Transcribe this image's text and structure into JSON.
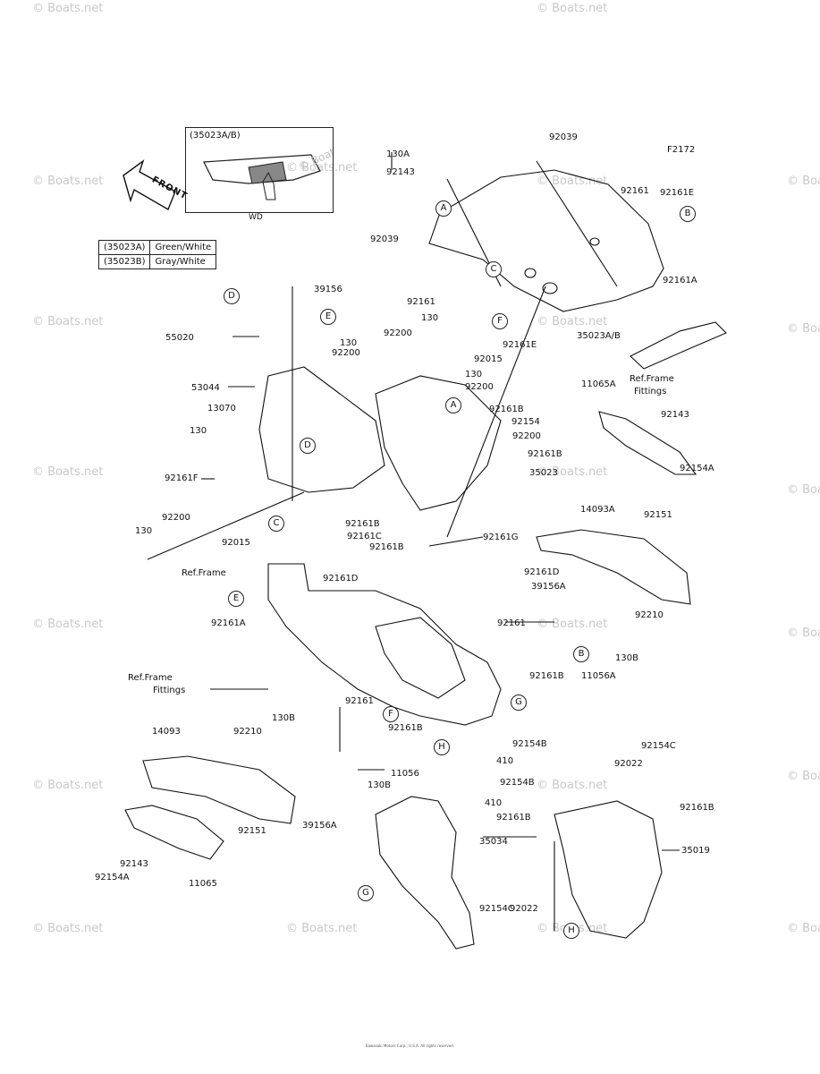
{
  "watermark_text": "© Boats.net",
  "figure_code": "F2172",
  "front_label": "FRONT",
  "inset": {
    "title": "(35023A/B)",
    "caption": "WD",
    "watermark": "© Boats.net"
  },
  "color_table": [
    {
      "part": "(35023A)",
      "color": "Green/White"
    },
    {
      "part": "(35023B)",
      "color": "Gray/White"
    }
  ],
  "labels": [
    "130A",
    "92143",
    "92039",
    "92161",
    "92161E",
    "A",
    "B",
    "92039",
    "C",
    "92161",
    "F",
    "92161E",
    "35023A/B",
    "92161A",
    "39156",
    "D",
    "55020",
    "E",
    "130",
    "130",
    "92200",
    "92200",
    "92015",
    "130",
    "92200",
    "A",
    "53044",
    "13070",
    "130",
    "92161F",
    "D",
    "92161B",
    "92154",
    "92200",
    "92161B",
    "35023",
    "Ref.Frame",
    "Fittings",
    "11065A",
    "92143",
    "92154A",
    "C",
    "92200",
    "130",
    "92015",
    "92161B",
    "92161C",
    "92161B",
    "92161G",
    "14093A",
    "92151",
    "39156A",
    "92210",
    "Ref.Frame",
    "92161D",
    "92161D",
    "E",
    "92161",
    "B",
    "130B",
    "11056A",
    "92161A",
    "92161B",
    "Ref.Frame",
    "Fittings",
    "G",
    "F",
    "92161",
    "130B",
    "92161B",
    "H",
    "14093",
    "92210",
    "92154B",
    "410",
    "11056",
    "92154B",
    "130B",
    "410",
    "92154C",
    "92022",
    "92161B",
    "92161B",
    "35034",
    "35019",
    "39156A",
    "92151",
    "G",
    "92143",
    "92154A",
    "11065",
    "92154C",
    "92022",
    "H"
  ],
  "copyright": "Kawasaki Motors Corp., U.S.A. All rights reserved."
}
